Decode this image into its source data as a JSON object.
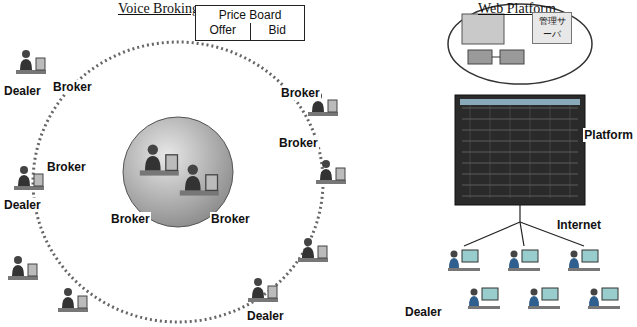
{
  "diagram": {
    "nodes": [
      {
        "text": [
          "Price Board",
          "Offer",
          "Bid"
        ]
      },
      {
        "text": [
          "管理サーバ"
        ]
      }
    ],
    "labels": [
      "Voice Broking",
      "Web Platform",
      "Broker",
      "Broker",
      "Broker",
      "Broker",
      "Broker",
      "Broker",
      "Dealer",
      "Dealer",
      "Dealer",
      "Platform",
      "Internet",
      "Dealer"
    ]
  }
}
